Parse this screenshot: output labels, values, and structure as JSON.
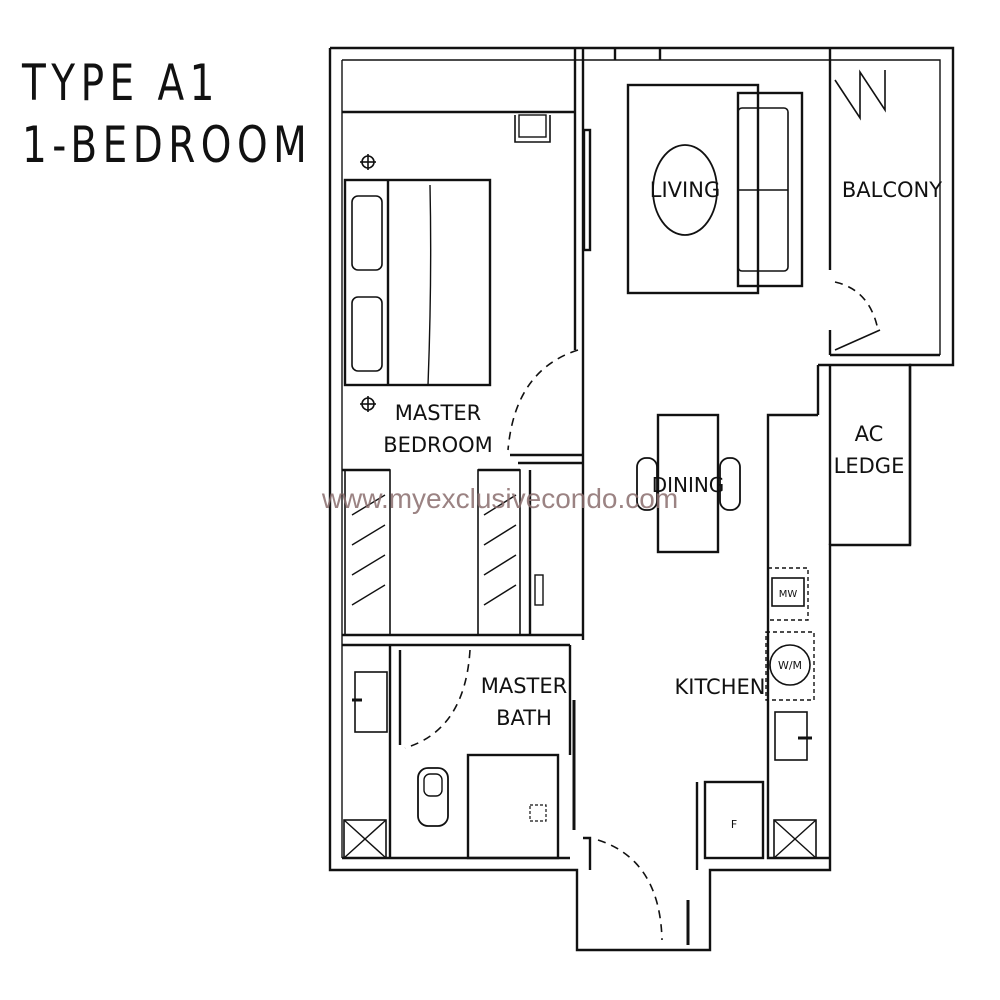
{
  "title": {
    "line1": "TYPE A1",
    "line2": "1-BEDROOM"
  },
  "rooms": {
    "living": "LIVING",
    "balcony": "BALCONY",
    "master_bedroom": [
      "MASTER",
      "BEDROOM"
    ],
    "ac_ledge": [
      "AC",
      "LEDGE"
    ],
    "dining": "DINING",
    "master_bath": [
      "MASTER",
      "BATH"
    ],
    "kitchen": "KITCHEN"
  },
  "appliances": {
    "microwave": "MW",
    "washer": "W/M",
    "fridge": "F"
  },
  "watermark": "www.myexclusivecondo.com"
}
